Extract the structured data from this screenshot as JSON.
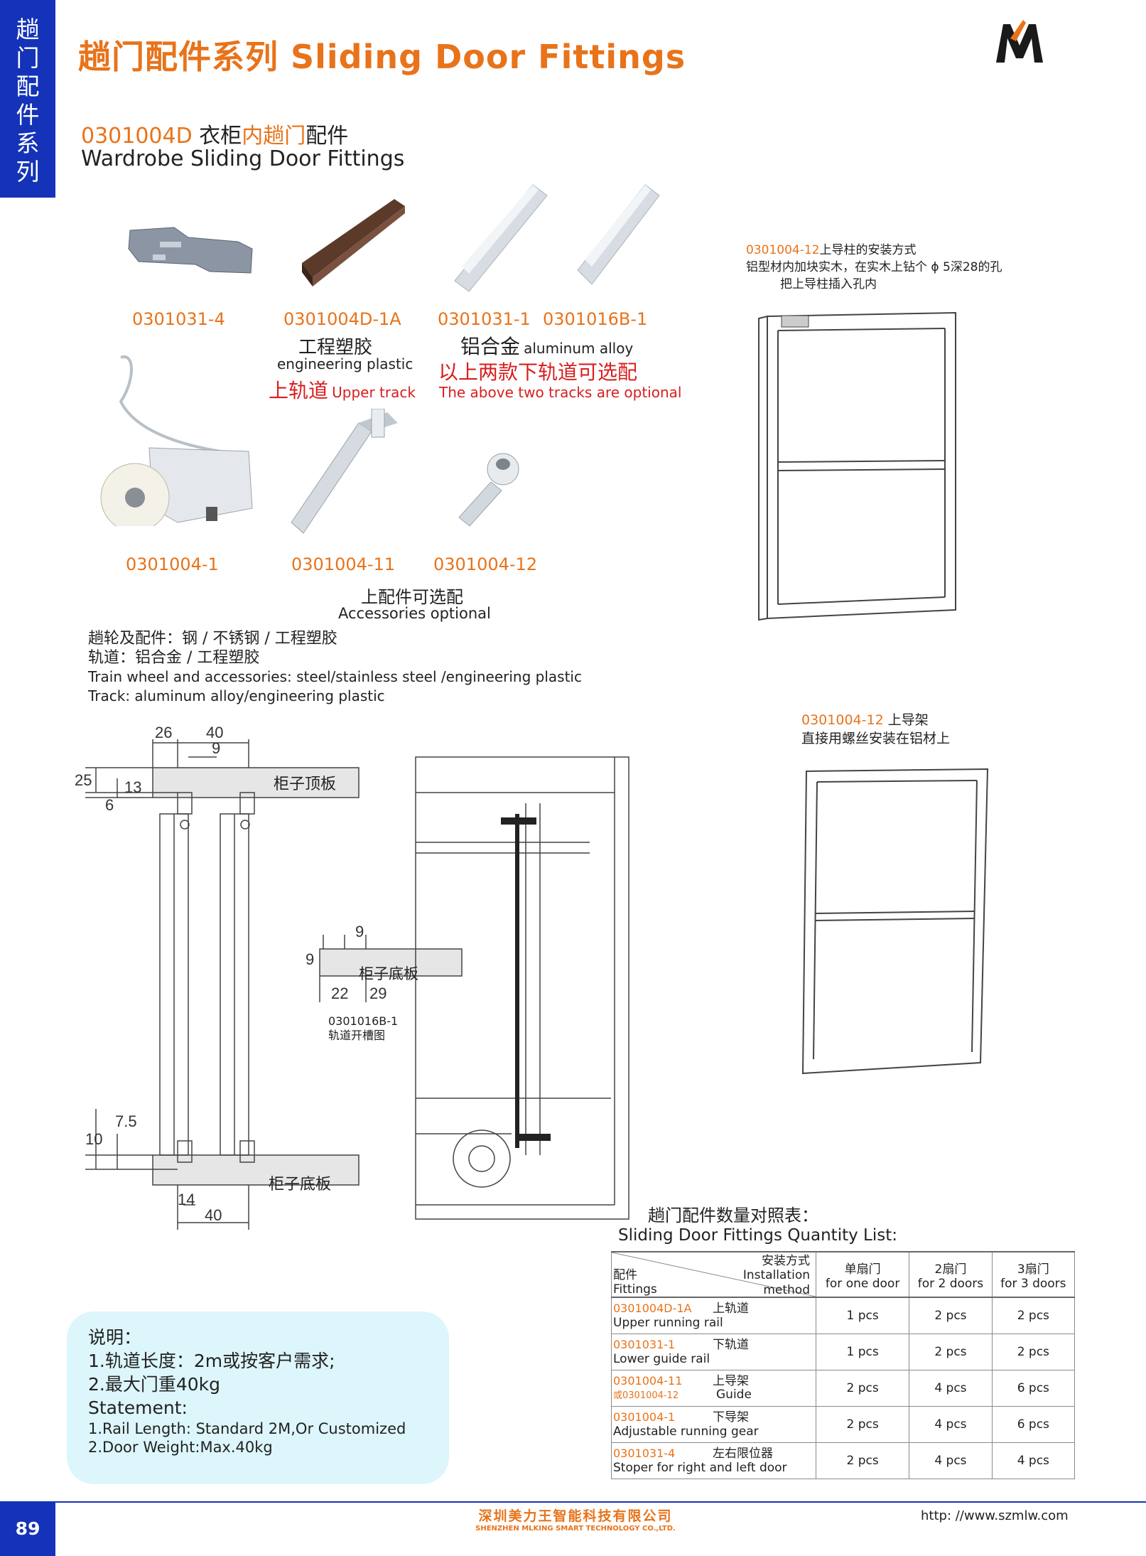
{
  "side_tab": [
    "趟",
    "门",
    "配",
    "件",
    "系",
    "列"
  ],
  "header": {
    "title": "趟门配件系列  Sliding Door Fittings"
  },
  "product": {
    "code": "0301004D",
    "title_cn_a": "衣柜",
    "title_cn_b": "内趟门",
    "title_cn_c": "配件",
    "title_en": "Wardrobe Sliding Door Fittings"
  },
  "parts_row1": {
    "p1_code": "0301031-4",
    "p2_code": "0301004D-1A",
    "p2_cn": "工程塑胶",
    "p2_en": "engineering plastic",
    "p2_track_cn": "上轨道",
    "p2_track_en": "Upper track",
    "p3_code": "0301031-1",
    "p4_code": "0301016B-1",
    "p34_cn": "铝合金",
    "p34_en": "aluminum alloy",
    "optional_cn": "以上两款下轨道可选配",
    "optional_en": "The above two tracks are optional"
  },
  "parts_row2": {
    "p1_code": "0301004-1",
    "p2_code": "0301004-11",
    "p3_code": "0301004-12",
    "opt_cn": "上配件可选配",
    "opt_en": "Accessories optional"
  },
  "materials": {
    "line1": "趟轮及配件：钢 /  不锈钢 / 工程塑胶",
    "line2": "轨道：铝合金 / 工程塑胶",
    "line3": "Train wheel and accessories: steel/stainless steel /engineering plastic",
    "line4": "Track: aluminum alloy/engineering plastic"
  },
  "install1": {
    "code": "0301004-12",
    "line1": "上导柱的安装方式",
    "line2": "铝型材内加块实木，在实木上钻个 ϕ 5深28的孔",
    "line3": "把上导柱插入孔内"
  },
  "install2": {
    "code": "0301004-12",
    "line1": " 上导架",
    "line2": "直接用螺丝安装在铝材上"
  },
  "drawing": {
    "dims": [
      "26",
      "40",
      "9",
      "25",
      "13",
      "6",
      "7.5",
      "10",
      "14",
      "40"
    ],
    "top_board": "柜子顶板",
    "bottom_board": "柜子底板",
    "groove_dims": [
      "9",
      "9",
      "22",
      "29"
    ],
    "groove_board": "柜子底板",
    "groove_code": "0301016B-1",
    "groove_title": "轨道开槽图"
  },
  "notes": {
    "title_cn": "说明：",
    "l1_cn": "1.轨道长度：2m或按客户需求;",
    "l2_cn": "2.最大门重40kg",
    "title_en": "Statement:",
    "l1_en": "1.Rail Length: Standard 2M,Or Customized",
    "l2_en": "2.Door Weight:Max.40kg"
  },
  "qty": {
    "title_cn": "趟门配件数量对照表：",
    "title_en": "Sliding Door Fittings Quantity List:",
    "head_fittings_cn": "配件",
    "head_fittings_en": "Fittings",
    "head_method_cn": "安装方式",
    "head_method_en1": "Installation",
    "head_method_en2": "method",
    "cols": [
      {
        "cn": "单扇门",
        "en": "for one door"
      },
      {
        "cn": "2扇门",
        "en": "for 2 doors"
      },
      {
        "cn": "3扇门",
        "en": "for 3 doors"
      }
    ],
    "rows": [
      {
        "code": "0301004D-1A",
        "code2": "",
        "cn": "上轨道",
        "en": "Upper running rail",
        "vals": [
          "1 pcs",
          "2 pcs",
          "2 pcs"
        ]
      },
      {
        "code": "0301031-1",
        "code2": "",
        "cn": "下轨道",
        "en": "Lower guide rail",
        "vals": [
          "1 pcs",
          "2 pcs",
          "2 pcs"
        ]
      },
      {
        "code": "0301004-11",
        "code2": "或0301004-12",
        "cn": "上导架",
        "en": "Guide",
        "vals": [
          "2 pcs",
          "4 pcs",
          "6 pcs"
        ]
      },
      {
        "code": "0301004-1",
        "code2": "",
        "cn": "下导架",
        "en": "Adjustable running gear",
        "vals": [
          "2 pcs",
          "4 pcs",
          "6 pcs"
        ]
      },
      {
        "code": "0301031-4",
        "code2": "",
        "cn": "左右限位器",
        "en": "Stoper for right and left door",
        "vals": [
          "2 pcs",
          "4 pcs",
          "4 pcs"
        ]
      }
    ]
  },
  "footer": {
    "company_cn": "深圳美力王智能科技有限公司",
    "company_en": "SHENZHEN MLKING SMART TECHNOLOGY CO.,LTD.",
    "url": "http: //www.szmlw.com",
    "page": "89"
  },
  "colors": {
    "brand_blue": "#1433b8",
    "accent_orange": "#e8731a",
    "note_bg": "#ddf6fb",
    "red": "#d91e1e"
  }
}
